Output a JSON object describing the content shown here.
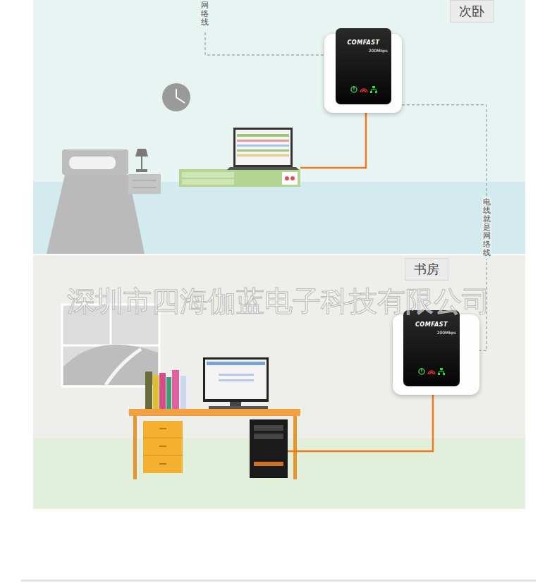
{
  "diagram": {
    "nodes": [
      {
        "text": [
          "次卧"
        ]
      },
      {
        "text": [
          "COMFAST",
          "200Mbps"
        ]
      },
      {
        "text": [
          "书房"
        ]
      },
      {
        "text": [
          "COMFAST",
          "200Mbps"
        ]
      }
    ],
    "edges": [
      {
        "from": 1,
        "to": 3,
        "label": "电线就是网络线",
        "arrow": "none"
      }
    ],
    "labels": [
      "网络线",
      "深圳市四海伽蓝电子科技有限公司"
    ]
  }
}
